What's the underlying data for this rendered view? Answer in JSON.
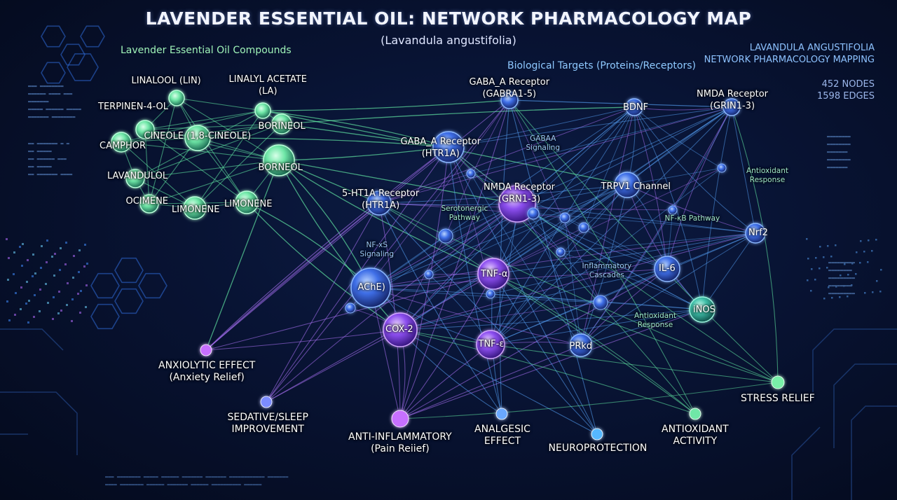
{
  "title": "LAVENDER ESSENTIAL OIL: NETWORK PHARMACOLOGY MAP",
  "subtitle": "(Lavandula angustifolia)",
  "sections": {
    "compounds": "Lavender Essential Oil Compounds",
    "targets": "Biological Targets (Proteins/Receptors)"
  },
  "corner": {
    "line1": "LAVANDULA ANGUSTIFOLIA",
    "line2": "NETWORK PHARMACOLOGY MAPPING",
    "nodes": "452 NODES",
    "edges": "1598 EDGES"
  },
  "colors": {
    "compound": "#7ef5b4",
    "target": "#5f8cff",
    "target_purple": "#b06cff",
    "outcome": "#c770ff",
    "edge_green": "#65f0a8",
    "edge_blue": "#5aa8ff",
    "edge_purple": "#b376ff"
  },
  "compounds": [
    {
      "id": "lin",
      "label": "LINALOOL (LIN)"
    },
    {
      "id": "la",
      "label": "LINALYL ACETATE\n(LA)"
    },
    {
      "id": "terp",
      "label": "TERPINEN-4-OL"
    },
    {
      "id": "bor1",
      "label": "BORINEOL"
    },
    {
      "id": "cin",
      "label": "CINEOLE (1,8-CINEOLE)"
    },
    {
      "id": "cam",
      "label": "CAMPHOR"
    },
    {
      "id": "bor2",
      "label": "BORNEOL"
    },
    {
      "id": "lav",
      "label": "LAVANDULOL"
    },
    {
      "id": "oci",
      "label": "OCIMENE"
    },
    {
      "id": "lim1",
      "label": "LIMONENE"
    },
    {
      "id": "lim2",
      "label": "LIMONENE"
    }
  ],
  "targets": [
    {
      "id": "gaba5",
      "label": "GABA_A Receptor\n(GABRA1-5)"
    },
    {
      "id": "bdnf",
      "label": "BDNF"
    },
    {
      "id": "nmda1",
      "label": "NMDA Receptor\n(GRIN1-3)"
    },
    {
      "id": "gabaht",
      "label": "GABA_A Receptor\n(HTR1A)"
    },
    {
      "id": "nmda2",
      "label": "NMDA Receptor\n(GRN1-3)"
    },
    {
      "id": "trpv1",
      "label": "TRPV1 Channel"
    },
    {
      "id": "ht1a",
      "label": "5-HT1A Receptor\n(HTR1A)"
    },
    {
      "id": "nrf2",
      "label": "Nrf2"
    },
    {
      "id": "ache",
      "label": "AChE)"
    },
    {
      "id": "tnf1",
      "label": "TNF-α"
    },
    {
      "id": "il6",
      "label": "IL-6"
    },
    {
      "id": "inos",
      "label": "iNOS"
    },
    {
      "id": "cox2",
      "label": "COX-2"
    },
    {
      "id": "tnf2",
      "label": "TNF-ε"
    },
    {
      "id": "prkd",
      "label": "PRkd"
    }
  ],
  "pathways": [
    {
      "id": "gabaa_sig",
      "label": "GABAA\nSignaling"
    },
    {
      "id": "antiox_resp1",
      "label": "Antioxidant\nResponse"
    },
    {
      "id": "sero",
      "label": "Serotonergic\nPathway"
    },
    {
      "id": "nfkb",
      "label": "NF-κB Pathway"
    },
    {
      "id": "nfxs",
      "label": "NF-xS\nSignaling"
    },
    {
      "id": "inflam",
      "label": "Inflammatory\nCascades"
    },
    {
      "id": "antiox_resp2",
      "label": "Antioxidant\nResponse"
    }
  ],
  "outcomes": [
    {
      "id": "anx",
      "label": "ANXIOLYTIC EFFECT\n(Anxiety Relief)"
    },
    {
      "id": "sed",
      "label": "SEDATIVE/SLEEP\nIMPROVEMENT"
    },
    {
      "id": "antiinf",
      "label": "ANTI-INFLAMMATORY\n(Pain Reiief)"
    },
    {
      "id": "analg",
      "label": "ANALGESIC\nEFFECT"
    },
    {
      "id": "neuro",
      "label": "NEUROPROTECTION"
    },
    {
      "id": "antiox",
      "label": "ANTIOXIDANT\nACTIVITY"
    },
    {
      "id": "stress",
      "label": "STRESS RELIEF"
    }
  ]
}
